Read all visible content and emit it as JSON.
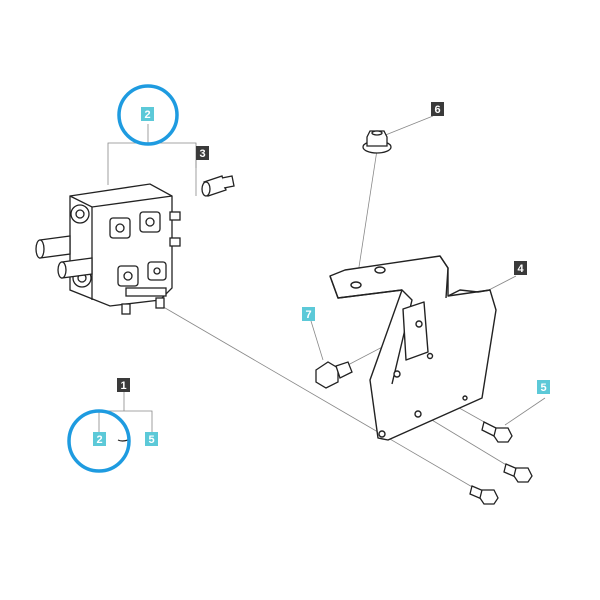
{
  "colors": {
    "callout_dark": "#3a3a3a",
    "callout_cyan": "#5cc9d8",
    "highlight_ring": "#1e9be0",
    "line": "#777777",
    "stroke": "#222222"
  },
  "callouts": {
    "c1": "1",
    "c2_top": "2",
    "c2_bottom": "2",
    "c3": "3",
    "c4": "4",
    "c5_left": "5",
    "c5_right": "5",
    "c6": "6",
    "c7": "7"
  }
}
